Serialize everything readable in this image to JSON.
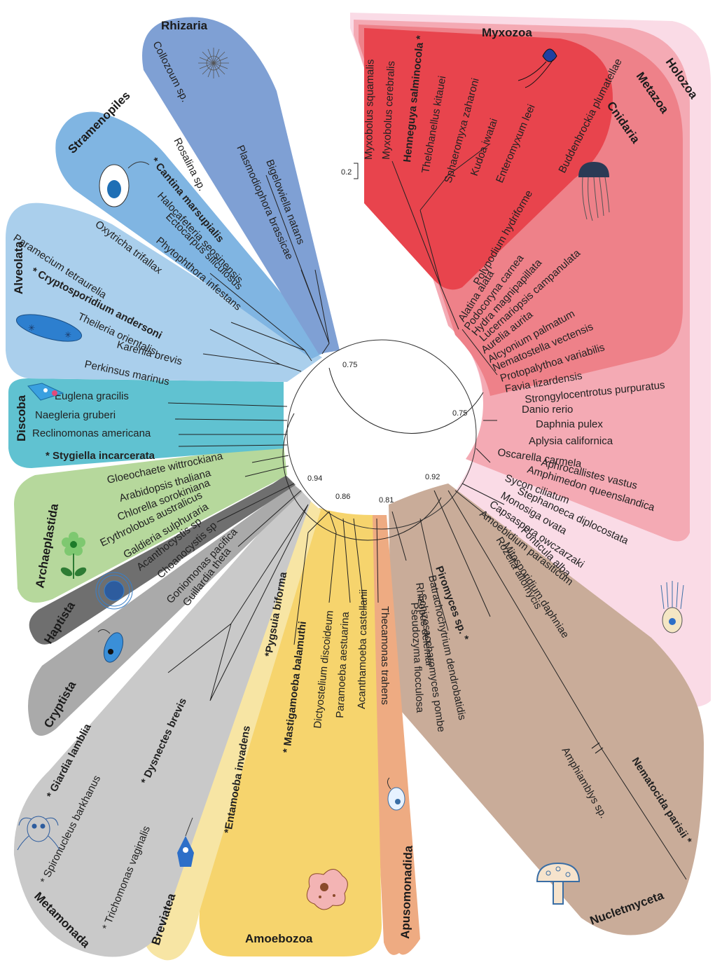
{
  "groups": [
    {
      "id": "rhizaria",
      "label": "Rhizaria",
      "color": "#7f9fd3",
      "taxa": [
        {
          "name": "Collozoum sp."
        },
        {
          "name": "Rosalina sp."
        },
        {
          "name": "Plasmodiophora brassicae"
        },
        {
          "name": "Bigelowiella natans"
        }
      ]
    },
    {
      "id": "stramenopiles",
      "label": "Stramenopiles",
      "color": "#7fb3e0",
      "taxa": [
        {
          "name": "Cantina marsupialis",
          "bold": true,
          "star": "pre"
        },
        {
          "name": "Halocafeteria seosinensis"
        },
        {
          "name": "Ectocarpus siliculosus"
        },
        {
          "name": "Phytophthora infestans"
        }
      ]
    },
    {
      "id": "alveolata",
      "label": "Alveolata",
      "color": "#a9cdea",
      "taxa": [
        {
          "name": "Paramecium tetraurelia"
        },
        {
          "name": "Oxytricha trifallax"
        },
        {
          "name": "Cryptosporidium andersoni",
          "bold": true,
          "star": "pre"
        },
        {
          "name": "Theileria orientalis"
        },
        {
          "name": "Karenia brevis"
        },
        {
          "name": "Perkinsus marinus"
        }
      ]
    },
    {
      "id": "discoba",
      "label": "Discoba",
      "color": "#5ec0cf",
      "taxa": [
        {
          "name": "Euglena gracilis"
        },
        {
          "name": "Naegleria gruberi"
        },
        {
          "name": "Reclinomonas americana"
        },
        {
          "name": "Stygiella incarcerata",
          "bold": true,
          "star": "pre"
        }
      ]
    },
    {
      "id": "archaeplastida",
      "label": "Archaeplastida",
      "color": "#b3d69a",
      "taxa": [
        {
          "name": "Gloeochaete wittrockiana"
        },
        {
          "name": "Arabidopsis thaliana"
        },
        {
          "name": "Chlorella sorokiniana"
        },
        {
          "name": "Erythrolobus australicus"
        },
        {
          "name": "Galdieria sulphuraria"
        }
      ]
    },
    {
      "id": "haptista",
      "label": "Haptista",
      "color": "#6e6e6e",
      "taxa": [
        {
          "name": "Acanthocystis sp"
        },
        {
          "name": "Choanocystis sp"
        }
      ]
    },
    {
      "id": "cryptista",
      "label": "Cryptista",
      "color": "#a8a8a8",
      "taxa": [
        {
          "name": "Goniomonas pacifica"
        },
        {
          "name": "Guillardia theta"
        }
      ]
    },
    {
      "id": "metamonada",
      "label": "Metamonada",
      "color": "#c8c8c8",
      "taxa": [
        {
          "name": "Giardia lamblia",
          "bold": true,
          "star": "pre"
        },
        {
          "name": "Spironucleus barkhanus",
          "star": "pre"
        },
        {
          "name": "Dysnectes brevis",
          "bold": true,
          "star": "pre"
        },
        {
          "name": "Trichomonas vaginalis",
          "star": "pre"
        }
      ]
    },
    {
      "id": "breviatea",
      "label": "Breviatea",
      "color": "#f6e3a0",
      "taxa": [
        {
          "name": "Pygsuia biforma",
          "bold": true,
          "star": "pre"
        }
      ]
    },
    {
      "id": "amoebozoa",
      "label": "Amoebozoa",
      "color": "#f5d26b",
      "taxa": [
        {
          "name": "Entamoeba invadens",
          "bold": true,
          "star": "pre"
        },
        {
          "name": "Mastigamoeba balamuthi",
          "bold": true,
          "star": "pre"
        },
        {
          "name": "Dictyostelium discoideum"
        },
        {
          "name": "Paramoeba aestuarina"
        },
        {
          "name": "Acanthamoeba castellanii"
        }
      ]
    },
    {
      "id": "apusomonadida",
      "label": "Apusomonadida",
      "color": "#eeaa80",
      "taxa": [
        {
          "name": "Thecamonas trahens"
        }
      ]
    },
    {
      "id": "nucletmyceta",
      "label": "Nucletmyceta",
      "color": "#c9ab98",
      "taxa": [
        {
          "name": "Pseudozyma flocculosa"
        },
        {
          "name": "Schizosaccharomyces pombe"
        },
        {
          "name": "Rhizopus delemar"
        },
        {
          "name": "Batrachochytrium dendrobatidis"
        },
        {
          "name": "Piromyces sp.",
          "bold": true,
          "star": "post"
        },
        {
          "name": "Rozella allomycis"
        },
        {
          "name": "Mitosporidium daphniae"
        },
        {
          "name": "Amphiamblys sp."
        },
        {
          "name": "Nematocida parisii",
          "bold": true,
          "star": "post"
        },
        {
          "name": "Fonticula alba"
        }
      ]
    },
    {
      "id": "holozoa",
      "label": "Holozoa",
      "color": "#f8d3e0",
      "taxa": [
        {
          "name": "Amoebidium parasiticum"
        },
        {
          "name": "Capsaspora owczarzaki"
        },
        {
          "name": "Monosiga ovata"
        },
        {
          "name": "Stephanoeca diplocostata"
        }
      ]
    },
    {
      "id": "metazoa",
      "label": "Metazoa",
      "color": "#f2a4ad",
      "taxa": [
        {
          "name": "Sycon ciliatum"
        },
        {
          "name": "Amphimedon queenslandica"
        },
        {
          "name": "Aphrocallistes vastus"
        },
        {
          "name": "Oscarella carmela"
        },
        {
          "name": "Aplysia californica"
        },
        {
          "name": "Daphnia pulex"
        },
        {
          "name": "Danio rerio"
        },
        {
          "name": "Strongylocentrotus purpuratus"
        }
      ]
    },
    {
      "id": "cnidaria",
      "label": "Cnidaria",
      "color": "#ee7f86",
      "taxa": [
        {
          "name": "Favia lizardensis"
        },
        {
          "name": "Protopalythoa variabilis"
        },
        {
          "name": "Nematostella vectensis"
        },
        {
          "name": "Alcyonium palmatum"
        },
        {
          "name": "Aurelia aurita"
        },
        {
          "name": "Lucernariopsis campanulata"
        },
        {
          "name": "Hydra magnipapillata"
        },
        {
          "name": "Podocoryna carnea"
        },
        {
          "name": "Alatina alata"
        },
        {
          "name": "Polypodium hydriforme"
        }
      ]
    },
    {
      "id": "myxozoa",
      "label": "Myxozoa",
      "color": "#e6434c",
      "taxa": [
        {
          "name": "Buddenbrockia plumatellae"
        },
        {
          "name": "Enteromyxum leei"
        },
        {
          "name": "Kudoa iwatai"
        },
        {
          "name": "Sphaeromyxa zaharoni"
        },
        {
          "name": "Thelohanellus kitauei"
        },
        {
          "name": "Henneguya salminocola",
          "bold": true,
          "star": "post"
        },
        {
          "name": "Myxobolus cerebralis"
        },
        {
          "name": "Myxobolus squamalis"
        }
      ]
    }
  ],
  "support_values": [
    "0.75",
    "0.75",
    "0.94",
    "0.86",
    "0.81",
    "0.92"
  ],
  "scale_bar": "0.2",
  "icons": [
    "radiolarian-icon",
    "stramenopile-cell-icon",
    "ciliate-icon",
    "euglenid-icon",
    "flower-icon",
    "heliozoan-icon",
    "cryptomonad-icon",
    "giardia-icon",
    "breviate-icon",
    "amoeba-icon",
    "apusomonad-icon",
    "mushroom-icon",
    "choanoflagellate-icon",
    "jellyfish-icon",
    "myxozoan-spore-icon"
  ]
}
